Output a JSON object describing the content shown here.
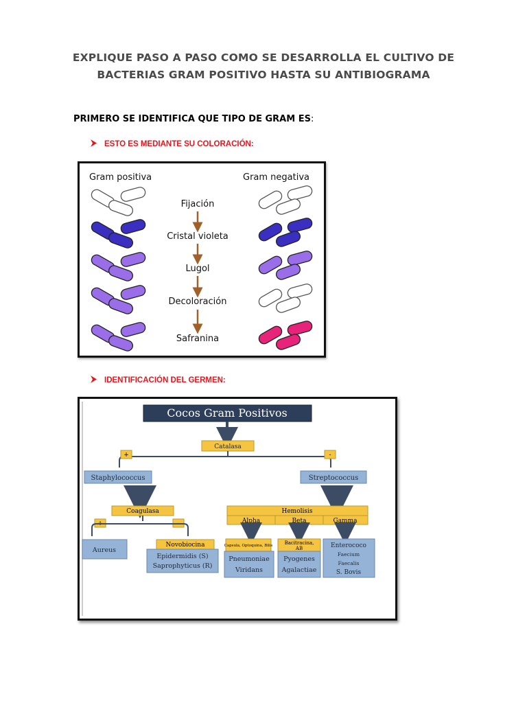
{
  "document": {
    "title_line1": "EXPLIQUE PASO A PASO COMO SE DESARROLLA EL CULTIVO DE",
    "title_line2": "BACTERIAS GRAM POSITIVO HASTA SU ANTIBIOGRAMA",
    "heading": "PRIMERO SE IDENTIFICA QUE TIPO DE GRAM ES",
    "heading_suffix": ":",
    "bullet1": "ESTO ES MEDIANTE SU COLORACIÓN:",
    "bullet2": "IDENTIFICACIÓN DEL GERMEN:"
  },
  "gram_stain": {
    "label_positive": "Gram positiva",
    "label_negative": "Gram negativa",
    "steps": [
      "Fijación",
      "Cristal violeta",
      "Lugol",
      "Decoloración",
      "Safranina"
    ],
    "colors": {
      "empty": "#ffffff",
      "dark_violet": "#3a2fc0",
      "light_violet": "#9a6ee8",
      "pink": "#e8237a",
      "arrow": "#a0602a"
    }
  },
  "identification": {
    "title": "Cocos Gram Positivos",
    "catalasa": "Catalasa",
    "plus": "+",
    "minus": "-",
    "staphylococcus": "Staphylococcus",
    "streptococcus": "Streptococcus",
    "coagulasa": "Coagulasa",
    "aureus": "Aureus",
    "novobiocina": "Novobiocina",
    "epidermidis": "Epidermidis (S)",
    "saprophyticus": "Saprophyticus (R)",
    "hemolisis": "Hemolisis",
    "alpha": "Alpha",
    "beta": "Beta",
    "gamma": "Gamma",
    "alpha_test": "Capsula, Optoquina, Bilis",
    "alpha_result1": "Pneumoniae",
    "alpha_result2": "Viridans",
    "beta_test1": "Bacitracina,",
    "beta_test2": "AB",
    "beta_result1": "Pyogenes",
    "beta_result2": "Agalactiae",
    "gamma_result1": "Enterococo",
    "gamma_result2": "Faecium",
    "gamma_result3": "Faecalis",
    "gamma_result4": "S. Bovis",
    "colors": {
      "title_bg": "#2c3e5a",
      "yellow_box": "#f5c542",
      "blue_box": "#95b3d7",
      "connector": "#3c4c64"
    }
  }
}
